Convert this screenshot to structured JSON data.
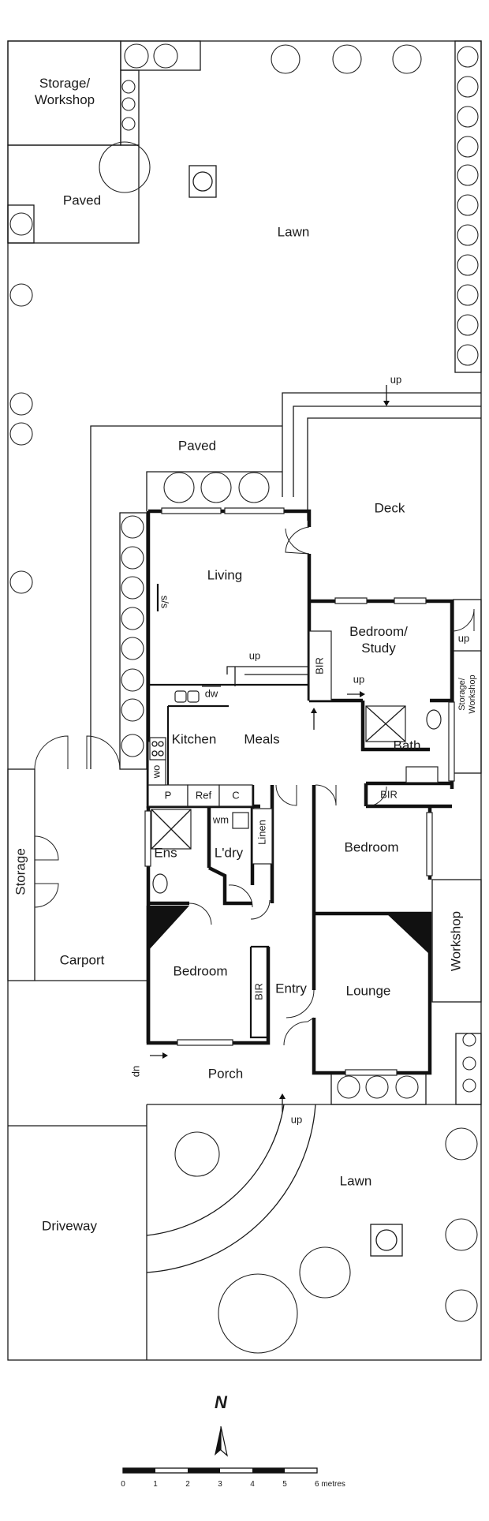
{
  "rooms": {
    "storage_workshop_rear": "Storage/\nWorkshop",
    "paved_rear": "Paved",
    "lawn_rear": "Lawn",
    "paved_mid": "Paved",
    "deck": "Deck",
    "living": "Living",
    "bedroom_study": "Bedroom/\nStudy",
    "bir_study": "BIR",
    "meals": "Meals",
    "kitchen": "Kitchen",
    "bath": "Bath",
    "storage_workshop_side": "Storage/\nWorkshop",
    "bir_bath": "BIR",
    "ens": "Ens",
    "ldry": "L'dry",
    "linen": "Linen",
    "bedroom_right": "Bedroom",
    "bedroom_left": "Bedroom",
    "bir_left": "BIR",
    "entry": "Entry",
    "lounge": "Lounge",
    "workshop": "Workshop",
    "storage": "Storage",
    "carport": "Carport",
    "porch": "Porch",
    "lawn_front": "Lawn",
    "driveway": "Driveway"
  },
  "fixtures": {
    "ss": "s/s",
    "dw": "dw",
    "wo": "wo",
    "p": "P",
    "ref": "Ref",
    "c": "C",
    "wm": "wm"
  },
  "stairs": {
    "up_rear": "up",
    "up_living": "up",
    "up_study": "up",
    "up_side": "up",
    "dn_porch": "dn",
    "up_front": "up"
  },
  "compass": {
    "north": "N"
  },
  "scale": {
    "ticks": [
      "0",
      "1",
      "2",
      "3",
      "4",
      "5",
      "6 metres"
    ]
  }
}
